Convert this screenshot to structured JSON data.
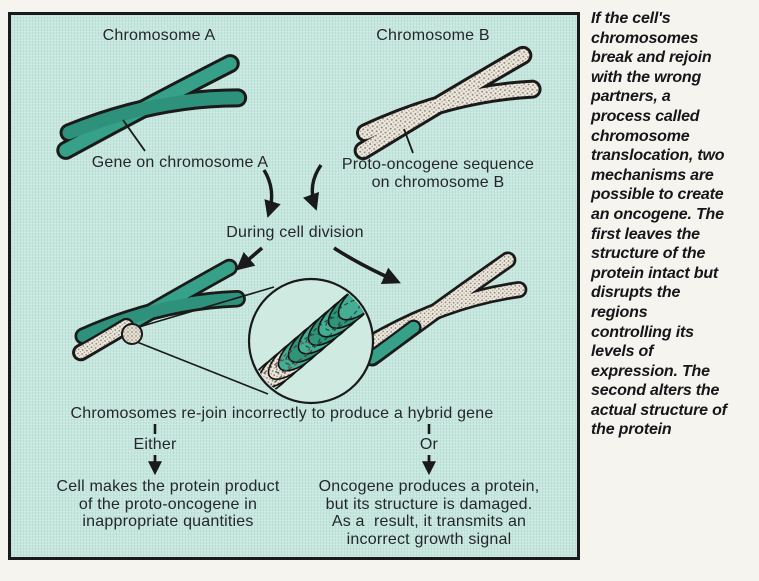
{
  "figure": {
    "chromosome_a_label": "Chromosome A",
    "chromosome_b_label": "Chromosome B",
    "gene_a_label": "Gene on chromosome A",
    "proto_oncogene_label": "Proto-oncogene sequence\non chromosome B",
    "during_label": "During cell division",
    "rejoin_label": "Chromosomes re-join incorrectly to produce a hybrid gene",
    "either_label": "Either",
    "or_label": "Or",
    "either_outcome": "Cell makes the protein product\nof the proto-oncogene in\ninappropriate quantities",
    "or_outcome": "Oncogene produces a protein,\nbut its structure is damaged.\nAs a  result, it transmits an\nincorrect growth signal"
  },
  "sidebar": {
    "text": "If the cell's\nchromosomes\nbreak and rejoin\nwith the wrong\npartners, a\nprocess called\nchromosome\ntranslocation, two\nmechanisms are\npossible to create\nan oncogene. The\nfirst leaves the\nstructure of the\nprotein intact but\ndisrupts the\nregions\ncontrolling its\nlevels of\nexpression. The\nsecond alters the\nactual structure of\nthe protein"
  },
  "colors": {
    "chromosome_teal": "#36a089",
    "chromosome_teal_dark": "#2d917b",
    "chromosome_gray_base": "#ece7dd",
    "diagram_background": "#c5e7de",
    "page_background": "#f5f4ee",
    "outline_black": "#1a1a1a"
  }
}
